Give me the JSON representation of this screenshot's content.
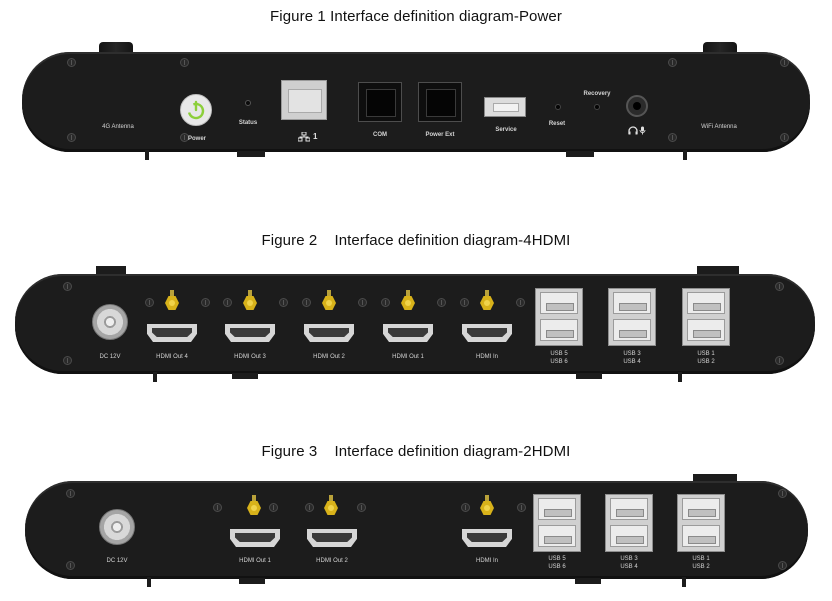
{
  "figures": [
    {
      "title": "Figure 1 Interface definition diagram-Power",
      "labels": {
        "antenna_4g": "4G Antenna",
        "power": "Power",
        "status": "Status",
        "lan_port": "1",
        "com": "COM",
        "power_ext": "Power Ext",
        "service": "Service",
        "reset": "Reset",
        "recovery": "Recovery",
        "wifi_antenna": "WiFi Antenna"
      }
    },
    {
      "title": "Figure 2    Interface definition diagram-4HDMI",
      "labels": {
        "dc": "DC 12V",
        "hdmi_out_4": "HDMI Out 4",
        "hdmi_out_3": "HDMI Out 3",
        "hdmi_out_2": "HDMI Out 2",
        "hdmi_out_1": "HDMI Out 1",
        "hdmi_in": "HDMI In",
        "usb56_a": "USB 5",
        "usb56_b": "USB 6",
        "usb34_a": "USB 3",
        "usb34_b": "USB 4",
        "usb12_a": "USB 1",
        "usb12_b": "USB 2"
      }
    },
    {
      "title": "Figure 3    Interface definition diagram-2HDMI",
      "labels": {
        "dc": "DC 12V",
        "hdmi_out_1": "HDMI Out 1",
        "hdmi_out_2": "HDMI Out 2",
        "hdmi_in": "HDMI In",
        "usb56_a": "USB 5",
        "usb56_b": "USB 6",
        "usb34_a": "USB 3",
        "usb34_b": "USB 4",
        "usb12_a": "USB 1",
        "usb12_b": "USB 2"
      }
    }
  ],
  "icons": {
    "power": "power-icon",
    "network": "network-icon",
    "headset": "headphone-mic-icon",
    "antenna": "antenna-icon",
    "hdmi": "hdmi-port-icon",
    "usb": "usb-port-icon",
    "sma": "sma-connector-icon"
  },
  "colors": {
    "panel": "#1c1c1c",
    "label": "#d4d4d4",
    "power_ring": "#8ccf3a",
    "sma_gold": "#d8b21a",
    "background": "#ffffff"
  }
}
